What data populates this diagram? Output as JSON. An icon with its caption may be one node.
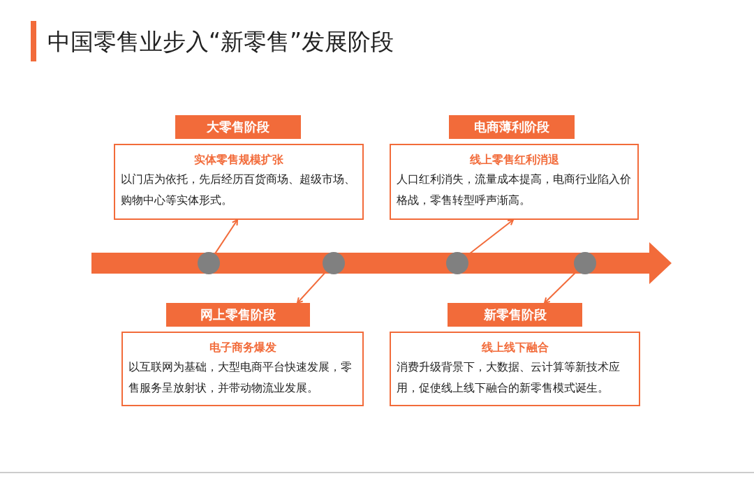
{
  "diagram": {
    "title": "中国零售业步入“新零售”发展阶段",
    "nodes": [
      {
        "text": [
          "大零售阶段",
          "实体零售规模扩张",
          "以门店为依托，先后经历百货商场、超级市场、购物中心等实体形式。"
        ]
      },
      {
        "text": [
          "电商薄利阶段",
          "线上零售红利消退",
          "人口红利消失，流量成本提高，电商行业陷入价格战，零售转型呼声渐高。"
        ]
      },
      {
        "text": [
          "网上零售阶段",
          "电子商务爆发",
          "以互联网为基础，大型电商平台快速发展，零售服务呈放射状，并带动物流业发展。"
        ]
      },
      {
        "text": [
          "新零售阶段",
          "线上线下融合",
          "消费升级背景下，大数据、云计算等新技术应用，促使线上线下融合的新零售模式诞生。"
        ]
      },
      {
        "text": [],
        "shape": "circle"
      },
      {
        "text": [],
        "shape": "circle"
      },
      {
        "text": [],
        "shape": "circle"
      },
      {
        "text": [],
        "shape": "circle"
      }
    ],
    "edges": [
      {
        "from": 4,
        "to": 0,
        "arrow": "to"
      },
      {
        "from": 5,
        "to": 2,
        "arrow": "to"
      },
      {
        "from": 6,
        "to": 1,
        "arrow": "to"
      },
      {
        "from": 7,
        "to": 3,
        "arrow": "to"
      }
    ]
  }
}
